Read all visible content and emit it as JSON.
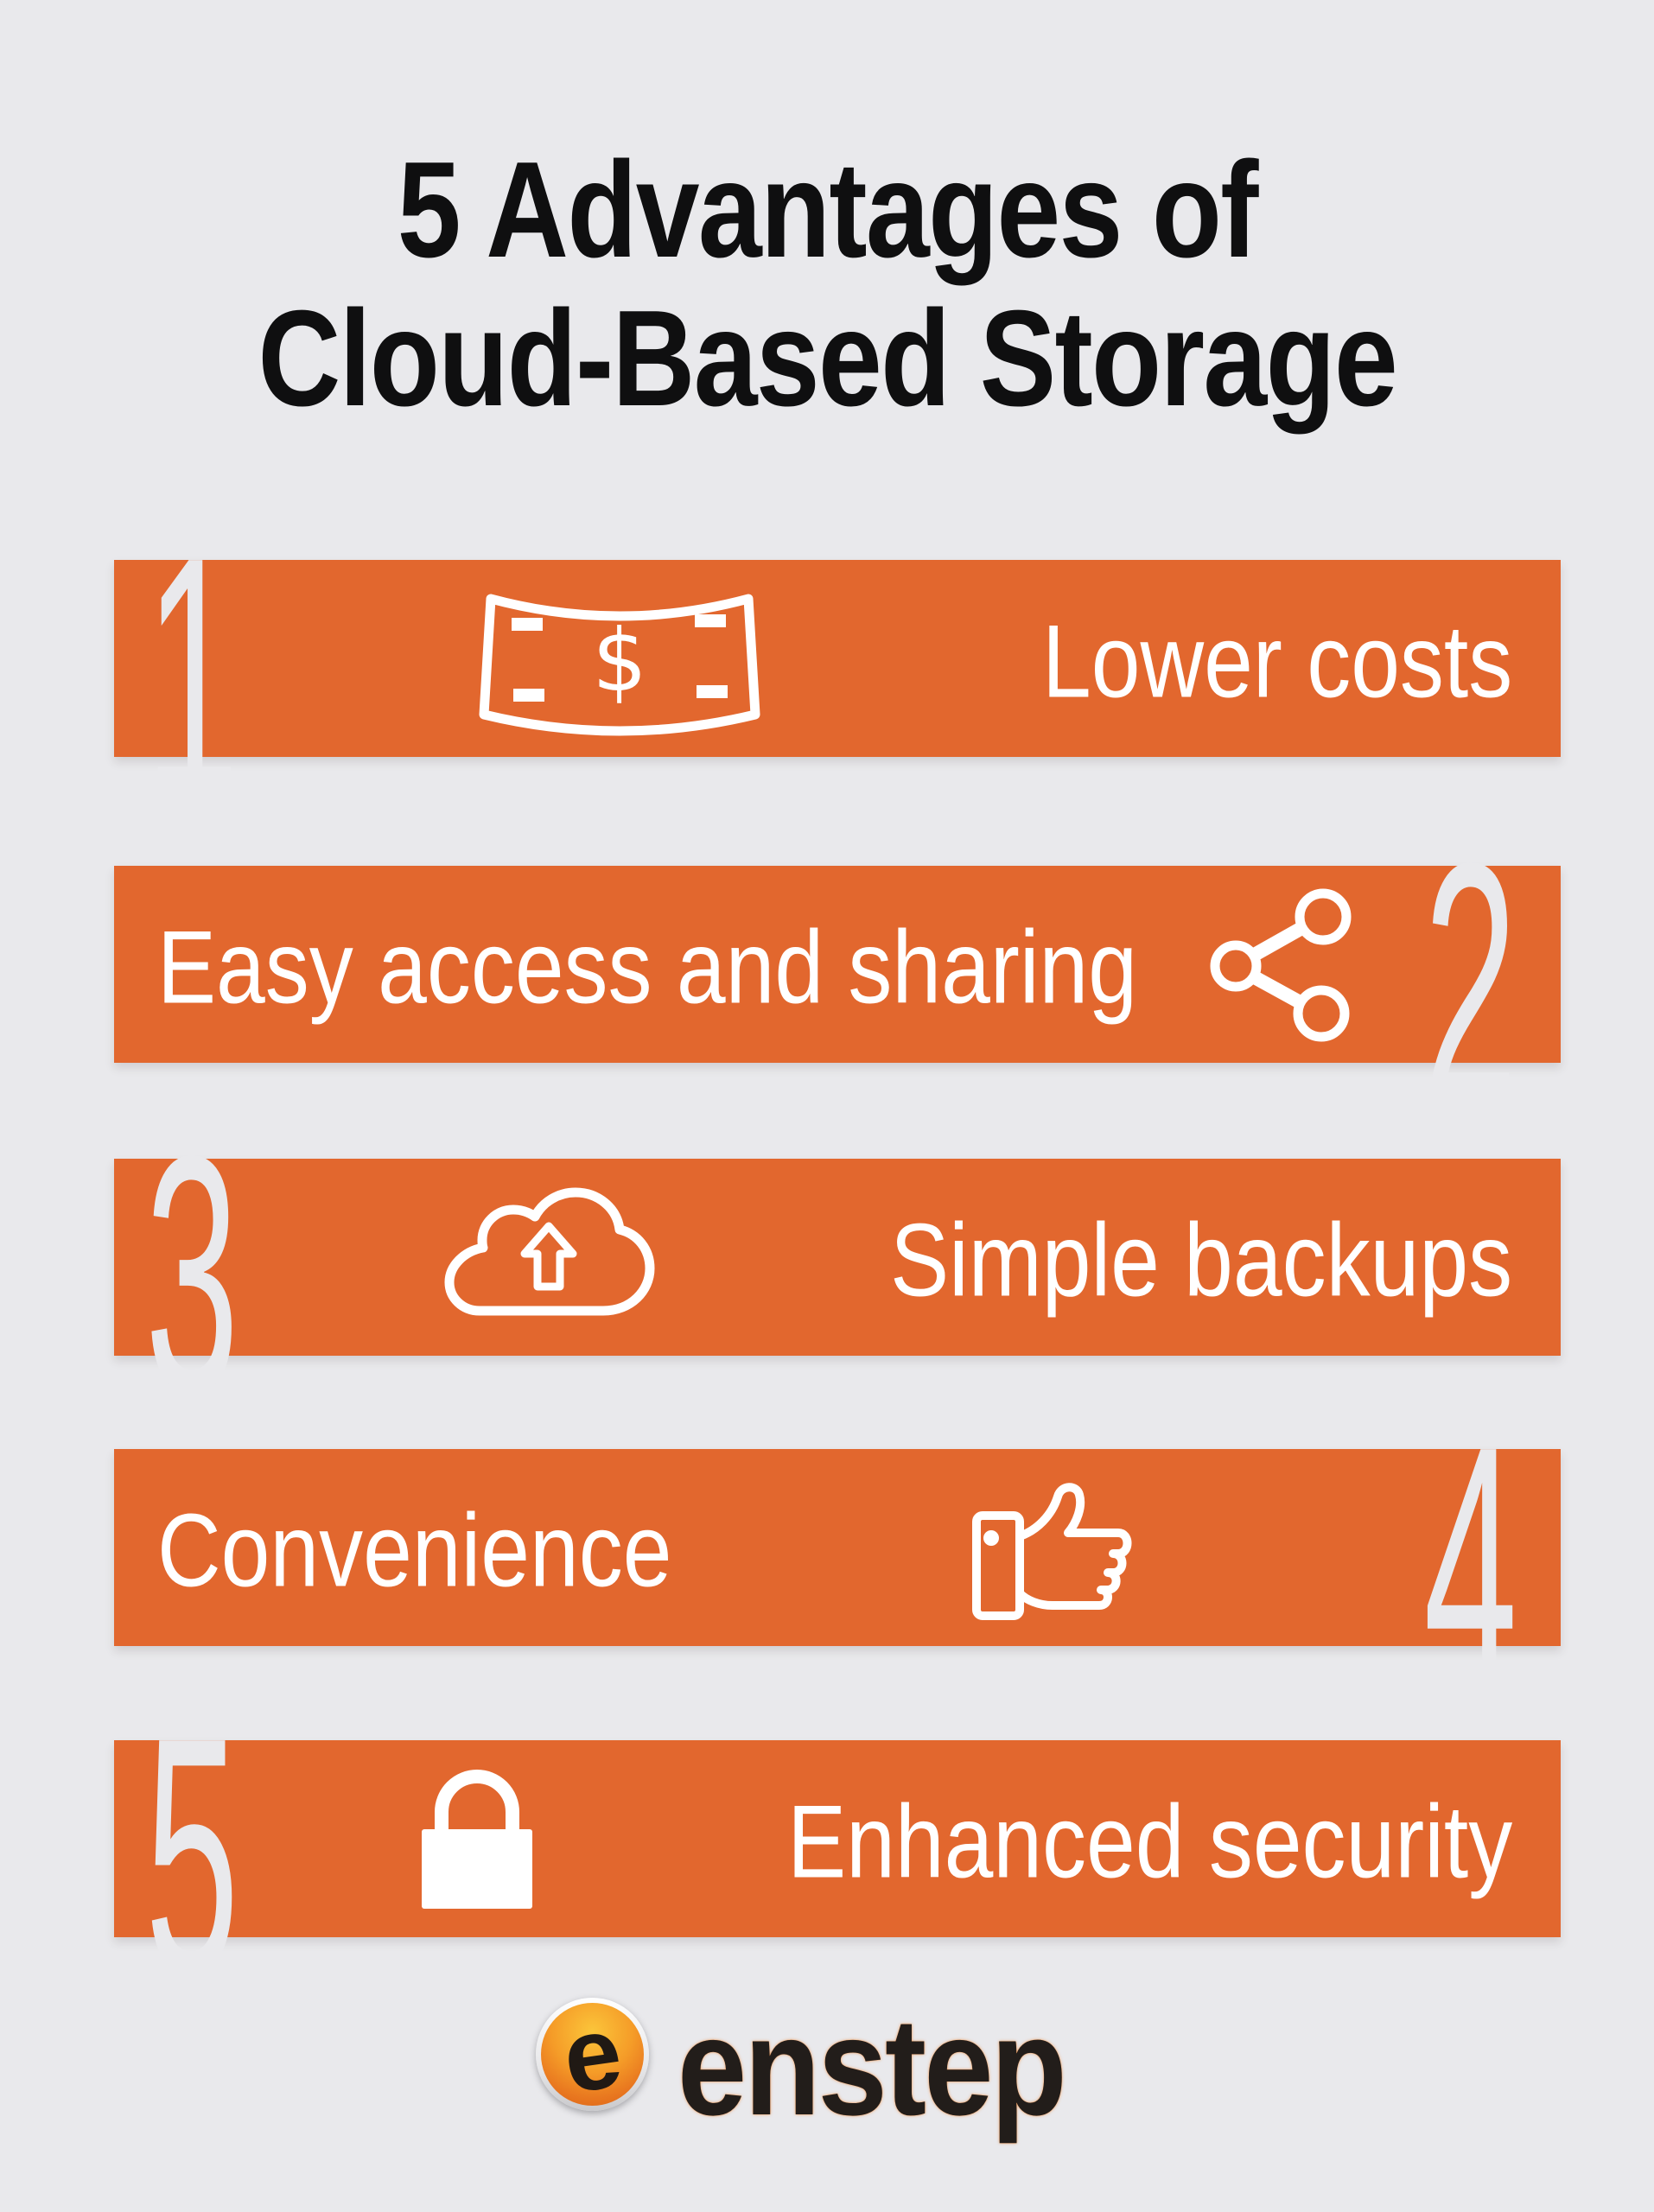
{
  "title": {
    "line1": "5 Advantages of",
    "line2": "Cloud-Based Storage"
  },
  "items": [
    {
      "number": "1",
      "label": "Lower costs",
      "icon": "money-icon",
      "number_side": "left",
      "label_side": "right"
    },
    {
      "number": "2",
      "label": "Easy access and sharing",
      "icon": "share-icon",
      "number_side": "right",
      "label_side": "left"
    },
    {
      "number": "3",
      "label": "Simple backups",
      "icon": "cloud-upload-icon",
      "number_side": "left",
      "label_side": "right"
    },
    {
      "number": "4",
      "label": "Convenience",
      "icon": "thumbs-up-icon",
      "number_side": "right",
      "label_side": "left"
    },
    {
      "number": "5",
      "label": "Enhanced security",
      "icon": "lock-icon",
      "number_side": "left",
      "label_side": "right"
    }
  ],
  "logo": {
    "wordmark": "enstep",
    "badge_letter": "e"
  },
  "colors": {
    "background": "#E9E9EC",
    "bar": "#E2672E",
    "bar_text": "#FFFFFF",
    "carved_number": "#E9E9EC",
    "title_text": "#0F0F10",
    "logo_text": "#221D1A",
    "badge_orange": "#F59C28"
  }
}
